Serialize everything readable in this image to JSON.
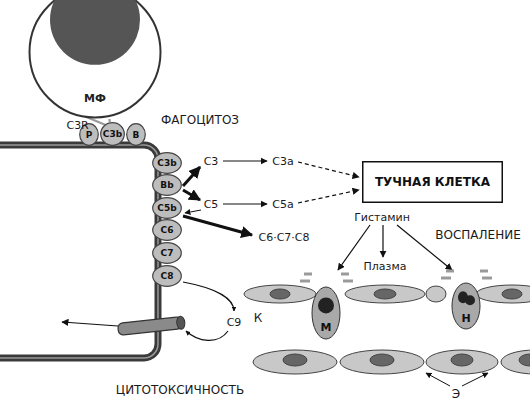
{
  "diagram": {
    "nodes": [
      {
        "text": [
          "МФ"
        ]
      },
      {
        "text": [
          "P"
        ]
      },
      {
        "text": [
          "C3b"
        ]
      },
      {
        "text": [
          "B"
        ]
      },
      {
        "text": [
          "C3b"
        ]
      },
      {
        "text": [
          "Bb"
        ]
      },
      {
        "text": [
          "C5b"
        ]
      },
      {
        "text": [
          "C6"
        ]
      },
      {
        "text": [
          "C7"
        ]
      },
      {
        "text": [
          "C8"
        ]
      },
      {
        "text": [
          "ТУЧНАЯ КЛЕТКА"
        ]
      },
      {
        "text": [
          "М"
        ]
      },
      {
        "text": [
          "Н"
        ]
      }
    ],
    "edges": [
      {
        "from": 0,
        "to": 2,
        "arrow": "none",
        "label": "C3R"
      }
    ],
    "labels": [
      "ФАГОЦИТОЗ",
      "C3",
      "C3a",
      "C5",
      "C5a",
      "C6·C7·C8",
      "Гистамин",
      "ВОСПАЛЕНИЕ",
      "Плазма",
      "К",
      "C9",
      "Э",
      "ЦИТОТОКСИЧНОСТЬ"
    ]
  }
}
